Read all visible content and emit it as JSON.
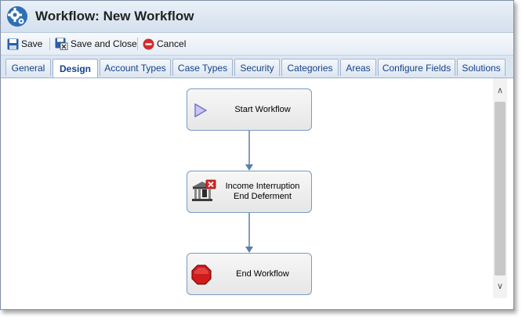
{
  "window": {
    "title": "Workflow: New Workflow",
    "icon": "gear-icon"
  },
  "toolbar": {
    "save_label": "Save",
    "save_close_label": "Save and Close",
    "cancel_label": "Cancel"
  },
  "tabs": [
    {
      "label": "General",
      "active": false
    },
    {
      "label": "Design",
      "active": true
    },
    {
      "label": "Account Types",
      "active": false
    },
    {
      "label": "Case Types",
      "active": false
    },
    {
      "label": "Security",
      "active": false
    },
    {
      "label": "Categories",
      "active": false
    },
    {
      "label": "Areas",
      "active": false
    },
    {
      "label": "Configure Fields",
      "active": false
    },
    {
      "label": "Solutions",
      "active": false
    }
  ],
  "workflow": {
    "nodes": [
      {
        "label": "Start Workflow",
        "icon": "play-triangle-icon"
      },
      {
        "label": "Income Interruption\nEnd Deferment",
        "icon": "bank-cancel-icon"
      },
      {
        "label": "End Workflow",
        "icon": "stop-octagon-icon"
      }
    ]
  },
  "colors": {
    "accent": "#15428b",
    "connector": "#5b7fa8",
    "stop": "#d11a1a"
  }
}
